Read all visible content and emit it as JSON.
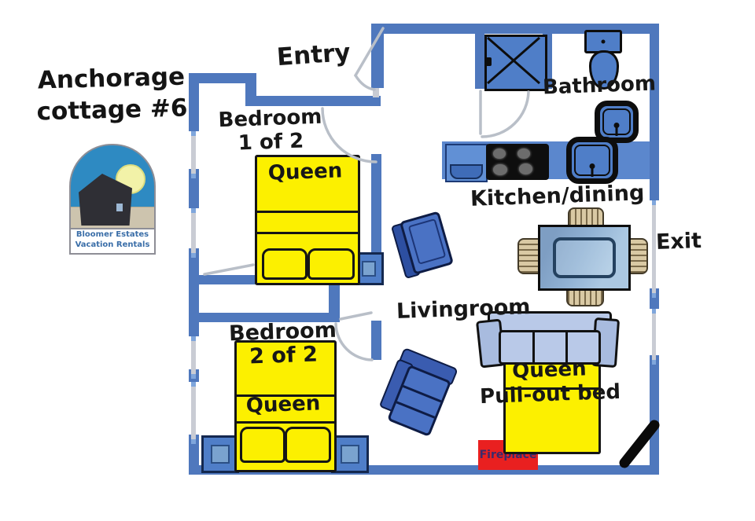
{
  "title": {
    "line1": "Anchorage",
    "line2": "cottage #6"
  },
  "logo": {
    "brand_line1": "Bloomer Estates",
    "brand_line2": "Vacation Rentals"
  },
  "rooms": {
    "entry": "Entry",
    "bathroom": "Bathroom",
    "kitchen_dining": "Kitchen/dining",
    "exit": "Exit",
    "livingroom": "Livingroom",
    "bedroom1": {
      "name": "Bedroom",
      "number": "1 of 2",
      "bed": "Queen"
    },
    "bedroom2": {
      "name": "Bedroom",
      "number": "2 of 2",
      "bed": "Queen"
    }
  },
  "furniture": {
    "pullout_line1": "Queen",
    "pullout_line2": "Pull-out bed",
    "fireplace": "Fireplace"
  },
  "colors": {
    "wall_blue": "#4f78bd",
    "window_gray": "#c9ccd4",
    "bed_yellow": "#fcf000",
    "fixture_blue": "#4f7ec8",
    "sofa_light_blue": "#b9c9e8",
    "armchair_blue": "#4a72c4",
    "counter_blue": "#5b87cd",
    "fireplace_red": "#ee2222",
    "dining_chair_tan": "#d9c9a4",
    "logo_sky_blue": "#2e8ac2",
    "logo_sun_yellow": "#f2f2a8",
    "brand_text_blue": "#3a6ea8"
  }
}
